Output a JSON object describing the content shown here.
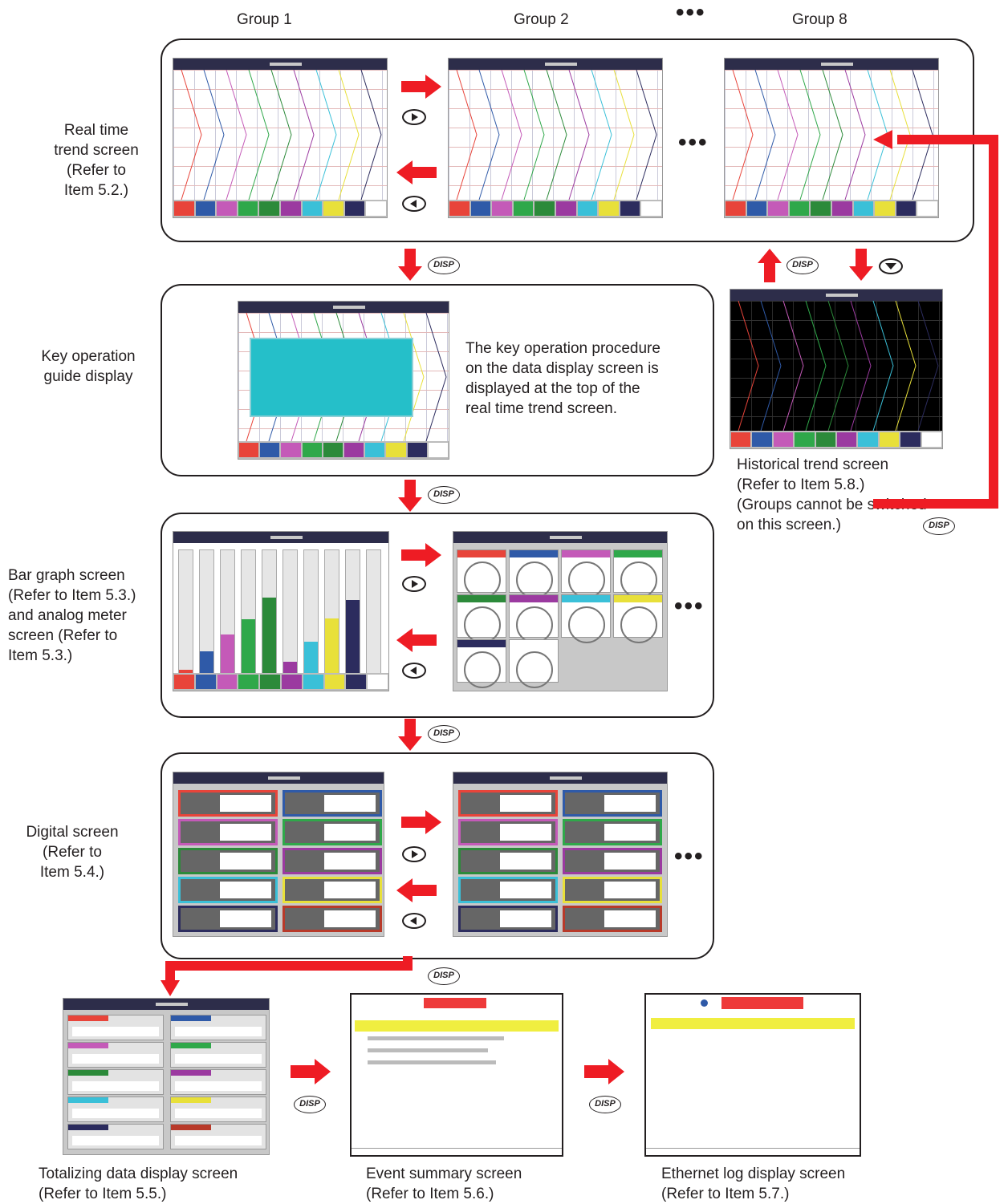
{
  "groups": {
    "group1": "Group 1",
    "group2": "Group 2",
    "group8": "Group 8"
  },
  "labels": {
    "realtime": "Real time\ntrend screen\n(Refer to\nItem 5.2.)",
    "keyguide": "Key operation\nguide display",
    "keyguide_desc": "The key operation procedure\non the data display screen is\ndisplayed at the top of the\nreal time trend screen.",
    "bargraph": "Bar graph screen\n(Refer to Item 5.3.)\nand analog meter\nscreen (Refer to\nItem 5.3.)",
    "digital": "Digital screen\n(Refer to\nItem 5.4.)",
    "historical": "Historical trend screen\n(Refer to Item 5.8.)\n(Groups cannot be switched\non this screen.)",
    "totalizing": "Totalizing data display screen\n(Refer to Item 5.5.)",
    "event": "Event summary screen\n(Refer to Item 5.6.)",
    "ethernet": "Ethernet log display screen\n(Refer to Item 5.7.)"
  },
  "key_label": "DISP",
  "colors": {
    "arrow": "#ee1c24",
    "channels": [
      "#e8443a",
      "#2f5aa8",
      "#c45ab8",
      "#2fa84a",
      "#2c8a3a",
      "#9b3aa0",
      "#3ac0d8",
      "#e8e03a",
      "#2c2c5e",
      "#ffffff"
    ]
  },
  "channel_levels": [
    0.03,
    0.18,
    0.32,
    0.44,
    0.62,
    0.1,
    0.26,
    0.45,
    0.6,
    0.0
  ]
}
